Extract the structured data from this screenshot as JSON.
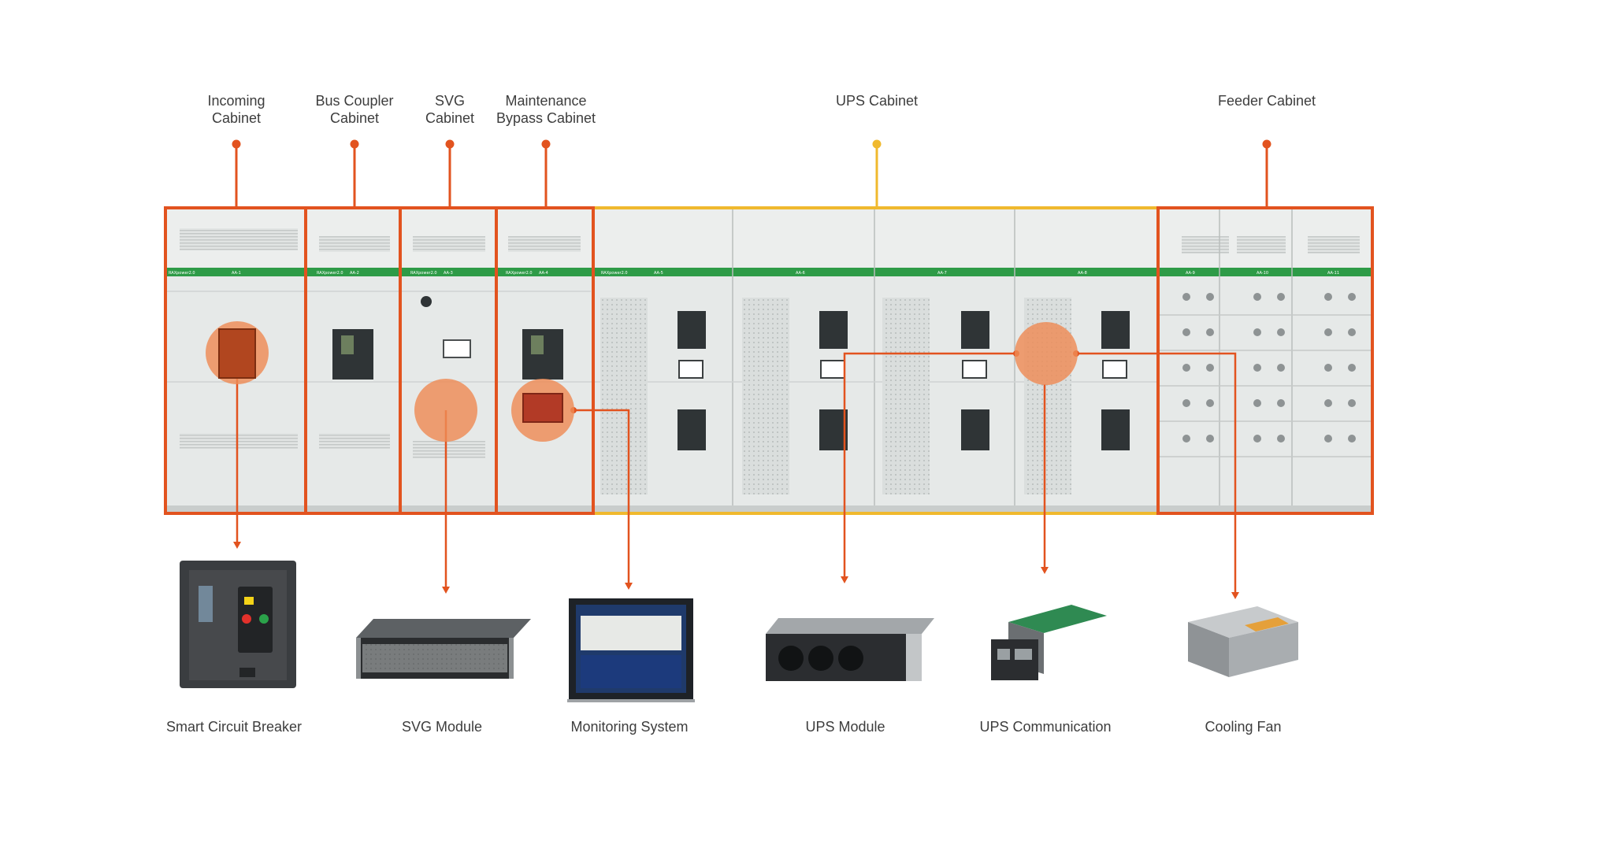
{
  "cabinet_labels": [
    {
      "lines": [
        "Incoming",
        "Cabinet"
      ]
    },
    {
      "lines": [
        "Bus Coupler",
        "Cabinet"
      ]
    },
    {
      "lines": [
        "SVG",
        "Cabinet"
      ]
    },
    {
      "lines": [
        "Maintenance",
        "Bypass Cabinet"
      ]
    },
    {
      "lines": [
        "UPS Cabinet"
      ]
    },
    {
      "lines": [
        "Feeder Cabinet"
      ]
    }
  ],
  "cabinet_tags": [
    "AA-1",
    "AA-2",
    "AA-3",
    "AA-4",
    "AA-5",
    "AA-6",
    "AA-7",
    "AA-8",
    "AA-9",
    "AA-10",
    "AA-11"
  ],
  "brand_tag": "RAXpower2.0",
  "components": [
    {
      "label": "Smart Circuit Breaker",
      "icon": "circuit-breaker-icon"
    },
    {
      "label": "SVG Module",
      "icon": "svg-module-icon"
    },
    {
      "label": "Monitoring System",
      "icon": "monitor-icon"
    },
    {
      "label": "UPS Module",
      "icon": "ups-module-icon"
    },
    {
      "label": "UPS Communication",
      "icon": "network-card-icon"
    },
    {
      "label": "Cooling Fan",
      "icon": "cooling-fan-icon"
    }
  ],
  "colors": {
    "accent": "#e2531f",
    "ups_accent": "#f0b92e",
    "cabinet_body": "#e6e9e8",
    "green_strip": "#2e9b47",
    "hotspot": "#ee8b56"
  }
}
